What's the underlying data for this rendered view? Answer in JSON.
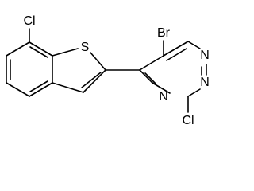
{
  "structure": {
    "atoms": {
      "cl_benzo": "Cl",
      "sulfur": "S",
      "bromine": "Br",
      "nitrogen_upper": "N",
      "nitrogen_lower": "N",
      "cl_pyrimidine": "Cl"
    },
    "colors": {
      "bond": "#000000",
      "label": "#000000",
      "background": "#ffffff"
    }
  }
}
